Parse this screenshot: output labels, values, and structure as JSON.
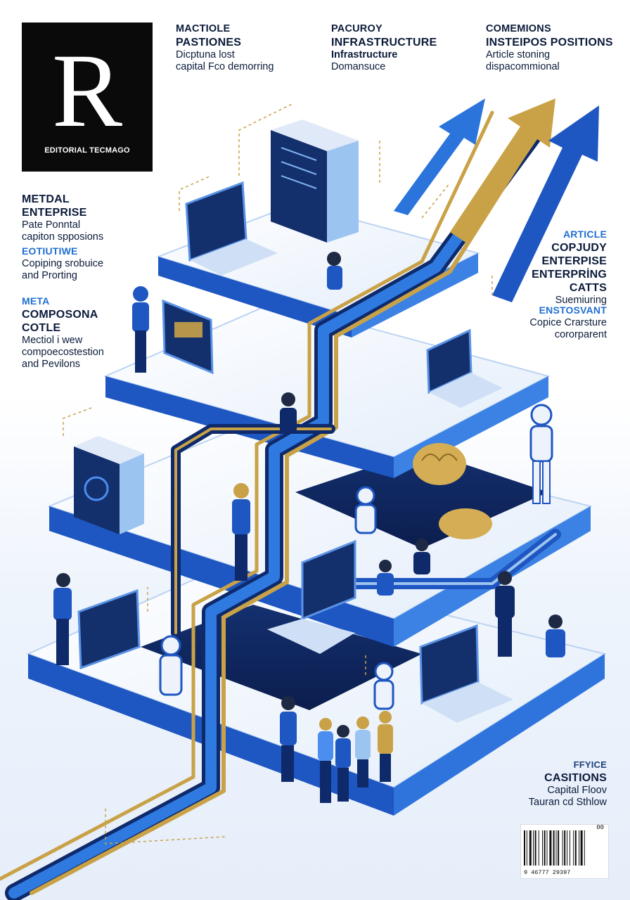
{
  "masthead": {
    "letter": "R",
    "label": "EDITORIAL TECMAGO"
  },
  "top_columns": [
    {
      "heading1": "MACTIOLE",
      "heading2": "PASTIONES",
      "line1": "Dicptuna lost",
      "line2": "capital  Fco demorring"
    },
    {
      "heading1": "PACUROY",
      "heading2": "INFRASTRUCTURE",
      "line1": "Infrastructure",
      "line2": "Domansuce"
    },
    {
      "heading1": "COMEMIONS",
      "heading2": "INSTEIPOS POSITIONS",
      "line1": "Article  stoning",
      "line2": "dispacommional"
    }
  ],
  "left_blocks": [
    {
      "heading1": "METDAL",
      "heading2": "ENTEPRISE",
      "line1": "Pate Ponntal",
      "line2": "capiton spposions"
    },
    {
      "subheading": "EOTIUTIWE",
      "line1": "Copiping srobuice",
      "line2": "and Prorting"
    },
    {
      "subheading": "META",
      "heading1": "COMPOSONA",
      "heading2": "COTLE",
      "line1": "Mectiol i wew",
      "line2": "compoecostestion",
      "line3": "and Pevilons"
    }
  ],
  "right_blocks": [
    {
      "subheading": "ARTICLE",
      "heading1": "COPJUDY",
      "heading2": "ENTERPISE",
      "heading3": "ENTERPRİNG",
      "heading4": "CATTS",
      "line1": "Suemiuring"
    },
    {
      "subheading": "ENSTOSVANT",
      "line1": "Copice Crarsture",
      "line2": "cororparent"
    }
  ],
  "bottom_right": {
    "subheading": "FFYICE",
    "heading": "CASITIONS",
    "line1": "Capital Floov",
    "line2": "Tauran  cd Sthlow"
  },
  "barcode": {
    "number": "9  46777 29397",
    "issue": "00"
  },
  "colors": {
    "navy": "#0f2a6b",
    "blue": "#1f6fd1",
    "light_blue": "#9cc4f0",
    "gold": "#c9a247",
    "ink": "#0b1b3a"
  }
}
